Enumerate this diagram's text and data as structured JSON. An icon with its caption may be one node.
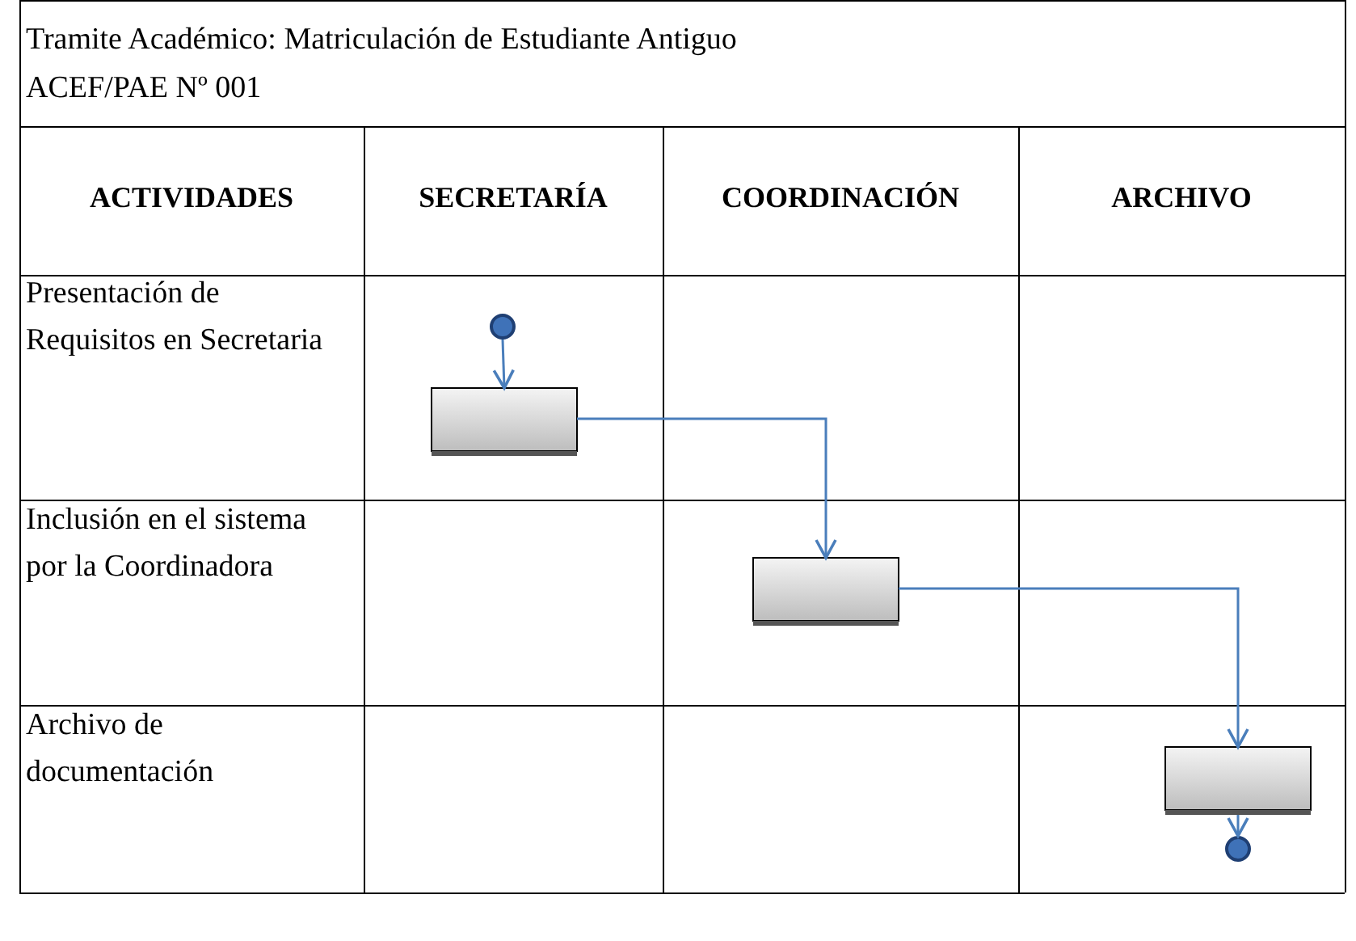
{
  "diagram": {
    "title": "Tramite Académico: Matriculación de Estudiante Antiguo",
    "nodes": [
      {
        "text": [],
        "shape": "circle"
      },
      {
        "text": [],
        "shape": "box"
      },
      {
        "text": [],
        "shape": "box"
      },
      {
        "text": [],
        "shape": "box"
      },
      {
        "text": [],
        "shape": "circle"
      }
    ],
    "edges": [
      {
        "from": 0,
        "to": 1,
        "arrow": "to"
      },
      {
        "from": 1,
        "to": 2,
        "arrow": "to"
      },
      {
        "from": 2,
        "to": 3,
        "arrow": "to"
      },
      {
        "from": 3,
        "to": 4,
        "arrow": "to"
      }
    ],
    "labels": [
      "ACEF/PAE Nº 001",
      "ACTIVIDADES",
      "SECRETARÍA",
      "COORDINACIÓN",
      "ARCHIVO",
      "Presentación de Requisitos en Secretaria",
      "Inclusión en el sistema por la Coordinadora",
      "Archivo de documentación"
    ]
  }
}
